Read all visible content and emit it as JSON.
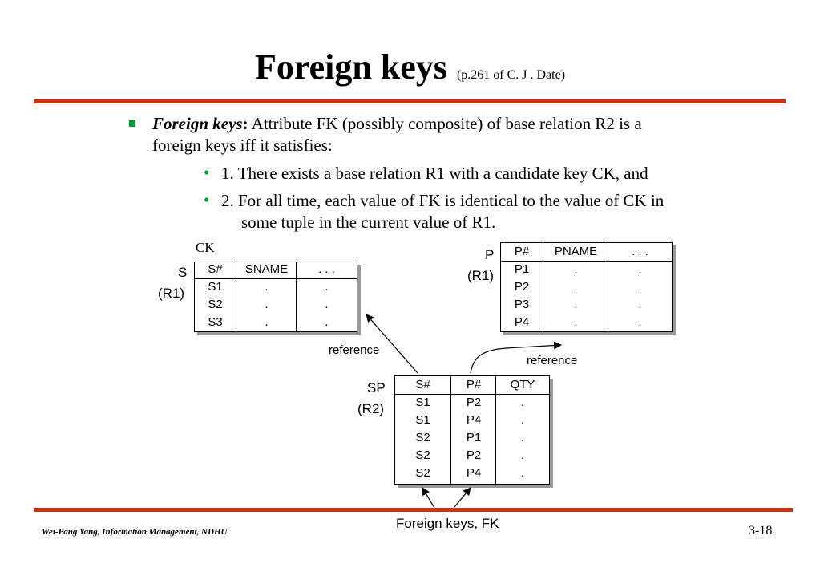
{
  "title": {
    "main": "Foreign keys",
    "sub": "(p.261 of C. J . Date)"
  },
  "definition": {
    "term": "Foreign keys",
    "colon": ":",
    "text_line1": " Attribute FK (possibly composite) of base relation R2 is a",
    "text_line2": "foreign keys iff it satisfies:"
  },
  "conditions": [
    {
      "line1": "1. There exists a base relation R1 with a candidate key CK, and"
    },
    {
      "line1": "2. For all time, each value of FK is identical to the value of CK in",
      "line2": "some tuple in the current value of R1."
    }
  ],
  "ck_label": "CK",
  "table_s": {
    "name": "S",
    "alias": "(R1)",
    "headers": [
      "S#",
      "SNAME",
      ". . ."
    ],
    "rows": [
      [
        "S1",
        ".",
        "."
      ],
      [
        "S2",
        ".",
        "."
      ],
      [
        "S3",
        ".",
        "."
      ]
    ]
  },
  "table_p": {
    "name": "P",
    "alias": "(R1)",
    "headers": [
      "P#",
      "PNAME",
      ". . ."
    ],
    "rows": [
      [
        "P1",
        ".",
        "."
      ],
      [
        "P2",
        ".",
        "."
      ],
      [
        "P3",
        ".",
        "."
      ],
      [
        "P4",
        ".",
        "."
      ]
    ]
  },
  "table_sp": {
    "name": "SP",
    "alias": "(R2)",
    "headers": [
      "S#",
      "P#",
      "QTY"
    ],
    "rows": [
      [
        "S1",
        "P2",
        "."
      ],
      [
        "S1",
        "P4",
        "."
      ],
      [
        "S2",
        "P1",
        "."
      ],
      [
        "S2",
        "P2",
        "."
      ],
      [
        "S2",
        "P4",
        "."
      ]
    ]
  },
  "reference_label_left": "reference",
  "reference_label_right": "reference",
  "fk_label": "Foreign keys, FK",
  "footer": {
    "author": "Wei-Pang Yang, Information Management, NDHU",
    "page": "3-18"
  },
  "colors": {
    "rule": "#cc3311",
    "bullet": "#009933"
  }
}
